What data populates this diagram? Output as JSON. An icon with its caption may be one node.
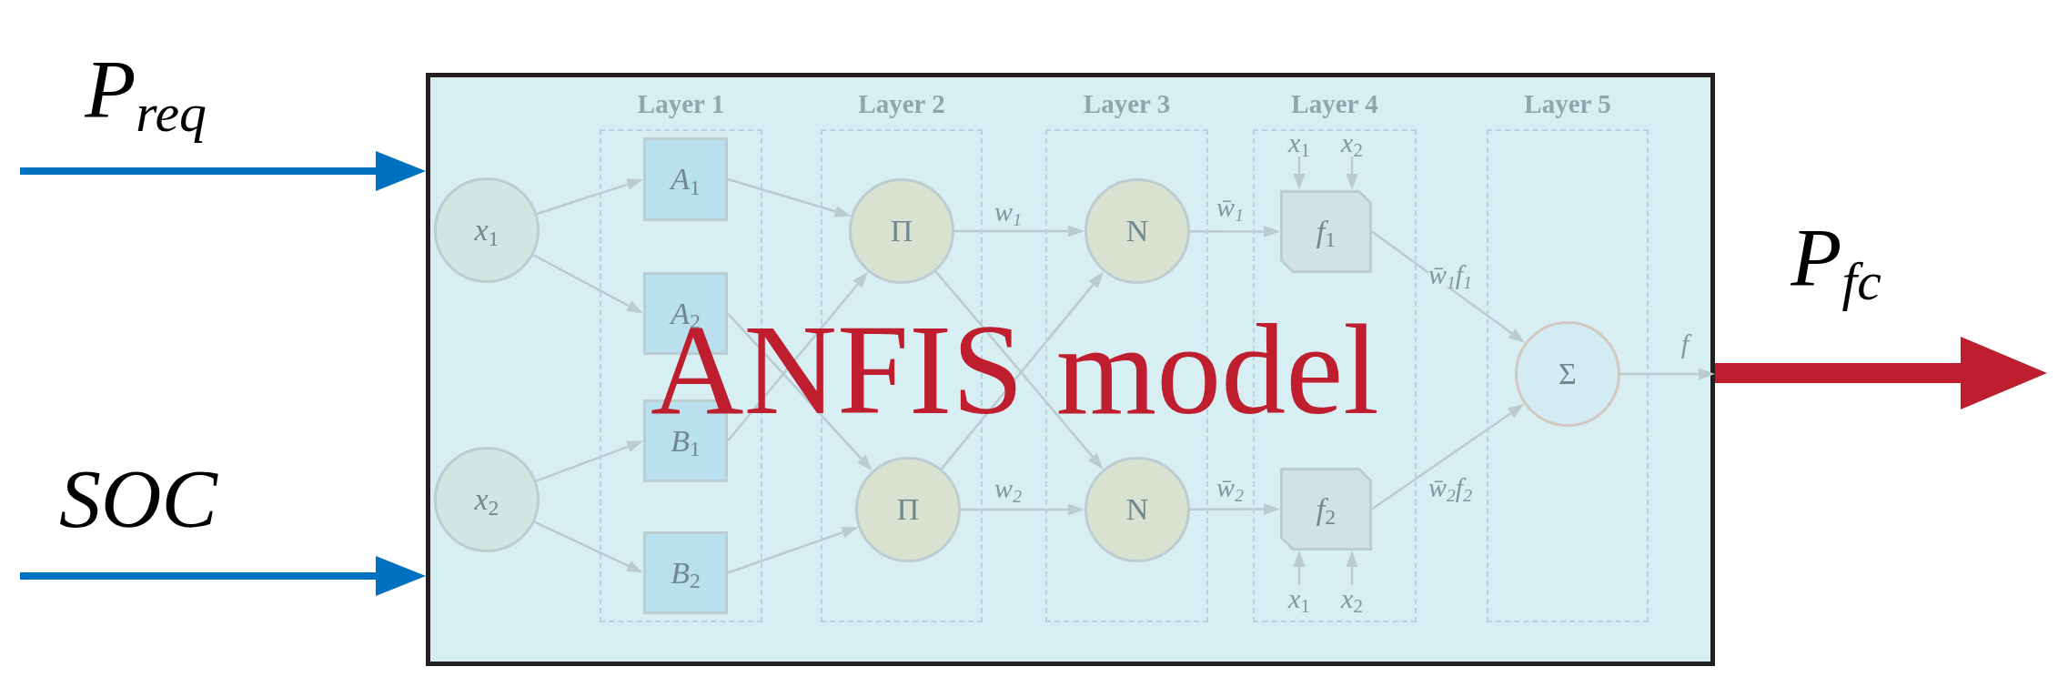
{
  "diagram": {
    "nodes": [
      {
        "text": [
          "ANFIS model"
        ]
      },
      {
        "text": [
          "Layer 1"
        ],
        "in": 0
      },
      {
        "text": [
          "Layer 2"
        ],
        "in": 0
      },
      {
        "text": [
          "Layer 3"
        ],
        "in": 0
      },
      {
        "text": [
          "Layer 4"
        ],
        "in": 0
      },
      {
        "text": [
          "Layer 5"
        ],
        "in": 0
      },
      {
        "text": [
          "*x*$_{1}$"
        ],
        "in": 0
      },
      {
        "text": [
          "*x*$_{2}$"
        ],
        "in": 0
      },
      {
        "text": [
          "*A*$_{1}$"
        ],
        "in": 1
      },
      {
        "text": [
          "*A*$_{2}$"
        ],
        "in": 1
      },
      {
        "text": [
          "*B*$_{1}$"
        ],
        "in": 1
      },
      {
        "text": [
          "*B*$_{2}$"
        ],
        "in": 1
      },
      {
        "text": [
          "Π"
        ],
        "in": 2
      },
      {
        "text": [
          "Π"
        ],
        "in": 2
      },
      {
        "text": [
          "N"
        ],
        "in": 3
      },
      {
        "text": [
          "N"
        ],
        "in": 3
      },
      {
        "text": [
          "*x*$_{1}$"
        ],
        "in": 4
      },
      {
        "text": [
          "*x*$_{2}$"
        ],
        "in": 4
      },
      {
        "text": [
          "*f*$_{1}$"
        ],
        "in": 4
      },
      {
        "text": [
          "*f*$_{2}$"
        ],
        "in": 4
      },
      {
        "text": [
          "*x*$_{1}$"
        ],
        "in": 4
      },
      {
        "text": [
          "*x*$_{2}$"
        ],
        "in": 4
      },
      {
        "text": [
          "Σ"
        ],
        "in": 5
      }
    ],
    "edges": [
      {
        "from": null,
        "to": 0,
        "arrow": "to",
        "label": "P$_{req}$",
        "style": "thick",
        "color": "#0070c0"
      },
      {
        "from": null,
        "to": 0,
        "arrow": "to",
        "label": "SOC",
        "style": "thick",
        "color": "#0070c0"
      },
      {
        "from": 0,
        "to": null,
        "arrow": "to",
        "label": "P$_{fc}$",
        "style": "thick",
        "color": "#be1e2d"
      },
      {
        "from": 6,
        "to": 8,
        "arrow": "to"
      },
      {
        "from": 6,
        "to": 9,
        "arrow": "to"
      },
      {
        "from": 7,
        "to": 10,
        "arrow": "to"
      },
      {
        "from": 7,
        "to": 11,
        "arrow": "to"
      },
      {
        "from": 8,
        "to": 12,
        "arrow": "to"
      },
      {
        "from": 10,
        "to": 12,
        "arrow": "to"
      },
      {
        "from": 9,
        "to": 13,
        "arrow": "to"
      },
      {
        "from": 11,
        "to": 13,
        "arrow": "to"
      },
      {
        "from": 12,
        "to": 14,
        "arrow": "to",
        "label": "w$_{1}$"
      },
      {
        "from": 12,
        "to": 15,
        "arrow": "to"
      },
      {
        "from": 13,
        "to": 14,
        "arrow": "to"
      },
      {
        "from": 13,
        "to": 15,
        "arrow": "to",
        "label": "w$_{2}$"
      },
      {
        "from": 14,
        "to": 18,
        "arrow": "to",
        "label": "w̄$_{1}$"
      },
      {
        "from": 15,
        "to": 19,
        "arrow": "to",
        "label": "w̄$_{2}$"
      },
      {
        "from": 16,
        "to": 18,
        "arrow": "to"
      },
      {
        "from": 17,
        "to": 18,
        "arrow": "to"
      },
      {
        "from": 20,
        "to": 19,
        "arrow": "to"
      },
      {
        "from": 21,
        "to": 19,
        "arrow": "to"
      },
      {
        "from": 18,
        "to": 22,
        "arrow": "to",
        "label": "w̄$_{1}$f$_{1}$"
      },
      {
        "from": 19,
        "to": 22,
        "arrow": "to",
        "label": "w̄$_{2}$f$_{2}$"
      },
      {
        "from": 22,
        "to": null,
        "arrow": "to",
        "label": "f"
      }
    ]
  }
}
